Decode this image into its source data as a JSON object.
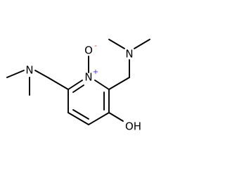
{
  "molecule": {
    "atoms": {
      "n_left": "N",
      "n_right": "N",
      "n_ring": "N",
      "n_ring_charge": "+",
      "o_oxide": "O",
      "o_oxide_charge": "-",
      "oh": "OH"
    },
    "colors": {
      "nitrogen": "#3030ff",
      "oxygen": "#ff2020",
      "bond": "#000000",
      "background": "#ffffff"
    }
  }
}
